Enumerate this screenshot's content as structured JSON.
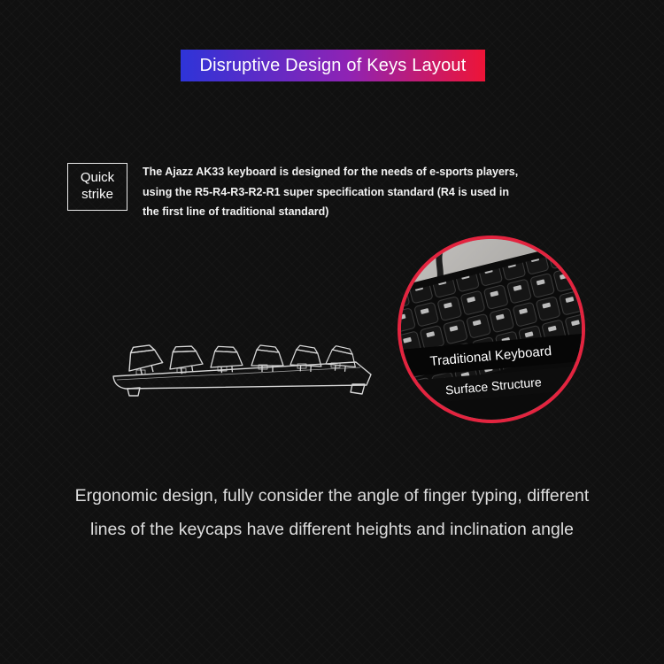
{
  "banner": {
    "title": "Disruptive Design of Keys Layout"
  },
  "feature": {
    "label_line1": "Quick",
    "label_line2": "strike",
    "description": "The Ajazz AK33 keyboard is designed for the needs of e-sports players, using the R5-R4-R3-R2-R1 super specification standard (R4 is used in the first line of traditional standard)"
  },
  "photo": {
    "caption_line1": "Traditional Keyboard",
    "caption_line2": "Surface Structure"
  },
  "footer": {
    "line1": "Ergonomic design, fully consider the angle of finger typing, different",
    "line2": "lines of the keycaps have different heights and inclination angle"
  },
  "colors": {
    "page-bg": "#101010",
    "banner-blue": "#2e34d8",
    "banner-purple": "#8f23b4",
    "banner-red": "#ee1437",
    "corner-red": "#e01232",
    "ring-red": "#e3243f"
  }
}
